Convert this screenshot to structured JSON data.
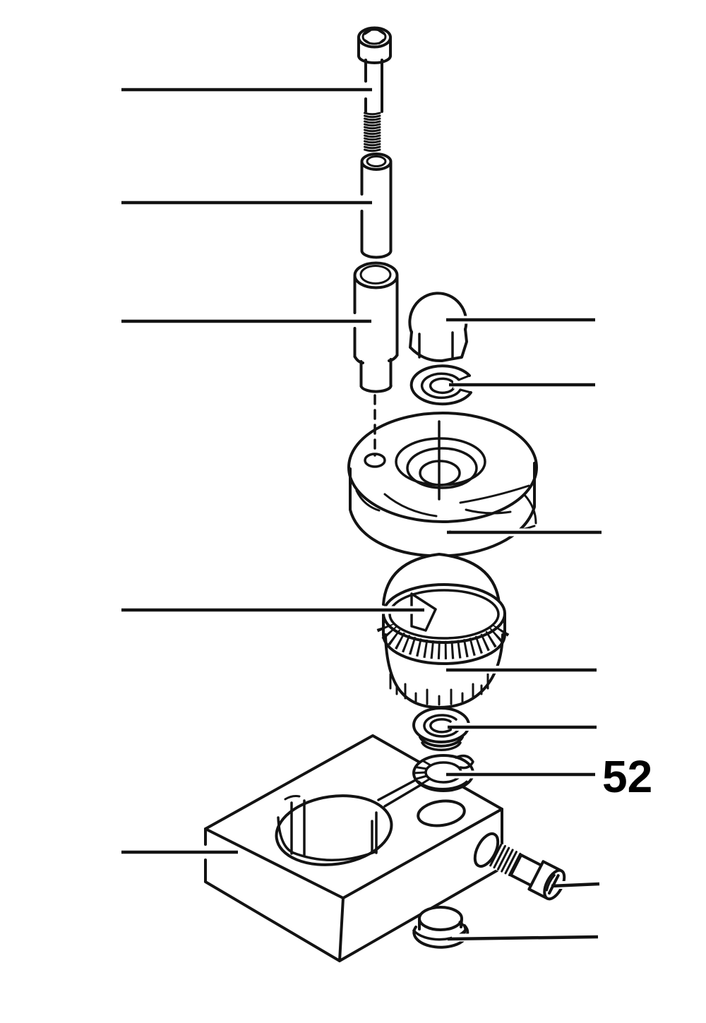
{
  "figure": {
    "kind": "exploded-parts-diagram",
    "callout": {
      "label": "52"
    }
  },
  "colors": {
    "line": "#131313",
    "background": "#ffffff",
    "label": "#000000"
  },
  "parts": [
    {
      "id": "socket-head-cap-screw"
    },
    {
      "id": "spacer-sleeve"
    },
    {
      "id": "stepped-bushing"
    },
    {
      "id": "cap-nut"
    },
    {
      "id": "split-lock-washer"
    },
    {
      "id": "round-housing"
    },
    {
      "id": "knurled-adjusting-ring"
    },
    {
      "id": "cup-washer-retainer"
    },
    {
      "id": "tooth-lock-washer"
    },
    {
      "id": "base-block"
    },
    {
      "id": "clamp-screw"
    },
    {
      "id": "flanged-plug"
    }
  ]
}
